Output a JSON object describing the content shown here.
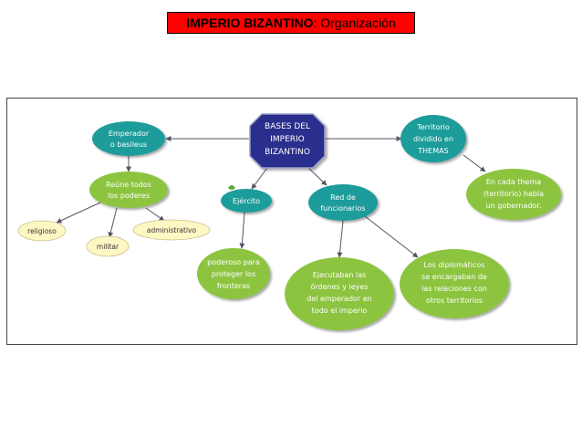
{
  "title": {
    "strong": "IMPERIO BIZANTINO",
    "rest": ": Organización"
  },
  "colors": {
    "title_bg": "#ff0000",
    "center": "#2b2e8c",
    "teal": "#1f9c9a",
    "green": "#8cc43f",
    "cream": "#fdf7c3",
    "arrow": "#555566"
  },
  "nodes": {
    "center": [
      "BASES DEL",
      "IMPERIO",
      "BIZANTINO"
    ],
    "emperador": [
      "Emperador",
      "o basileus"
    ],
    "reune": [
      "Reúne todos",
      "los poderes"
    ],
    "religioso": [
      "religioso"
    ],
    "militar": [
      "militar"
    ],
    "administrativo": [
      "administrativo"
    ],
    "ejercito": [
      "Ejército"
    ],
    "poderoso": [
      "poderoso para",
      "proteger los",
      "fronteras"
    ],
    "red": [
      "Red de",
      "funcionarios"
    ],
    "ejecutaban": [
      "Ejecutaban las",
      "órdenes y leyes",
      "del emperador en",
      "todo el imperio"
    ],
    "diplomaticos": [
      "Los diplomáticos",
      "se encargaban de",
      "las relaciones con",
      "otros territorios"
    ],
    "territorio": [
      "Territorio",
      "dividido en",
      "THEMAS"
    ],
    "thema": [
      "En cada thema",
      "(territorio) había",
      "un gobernador."
    ]
  }
}
